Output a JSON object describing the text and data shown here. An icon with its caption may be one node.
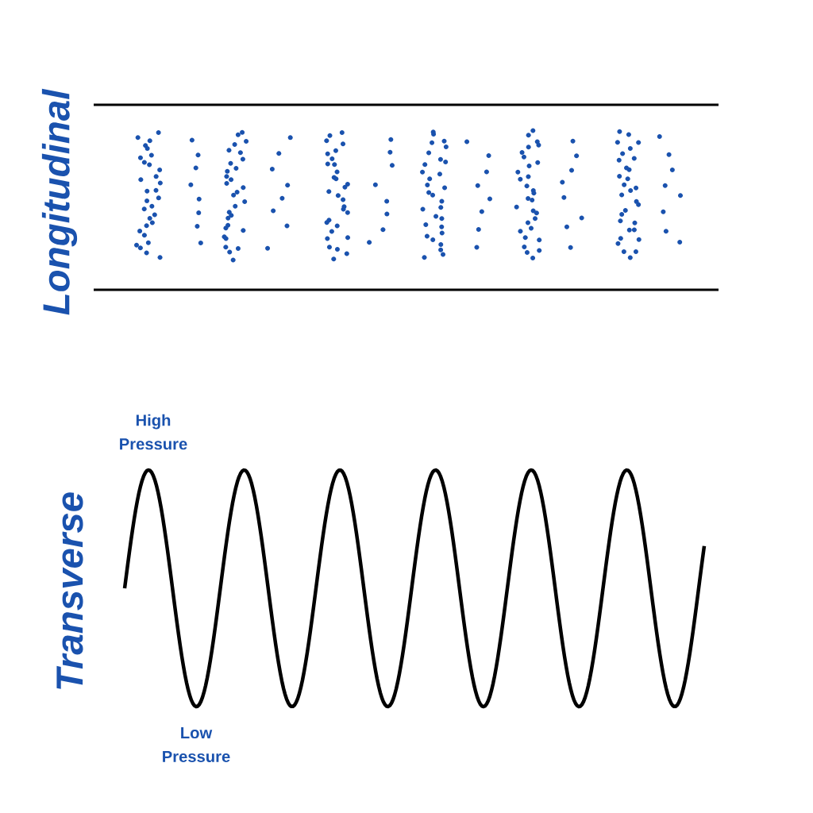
{
  "diagram": {
    "labels": [
      "Longitudinal",
      "High Pressure",
      "Transverse",
      "Low Pressure"
    ]
  }
}
